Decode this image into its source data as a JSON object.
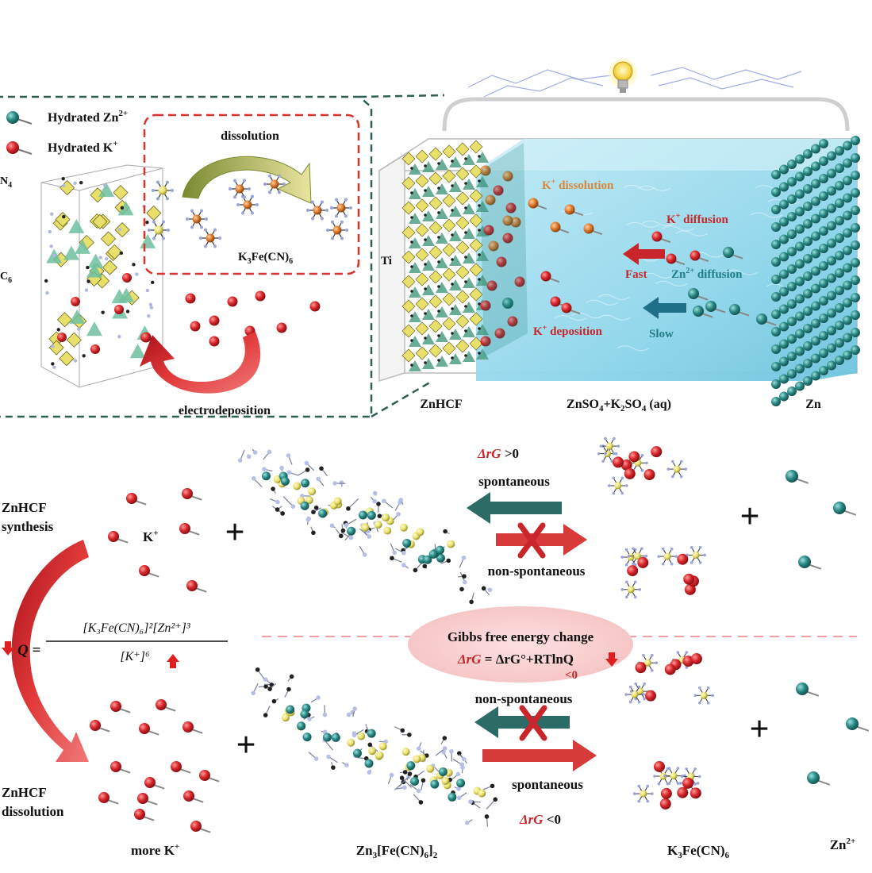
{
  "legend": {
    "zn": {
      "base": "Hydrated Zn",
      "sup": "2+"
    },
    "k": {
      "base": "Hydrated K",
      "sup": "+"
    }
  },
  "inset": {
    "dissolution": "dissolution",
    "electrodeposition": "electrodeposition",
    "k3fecn6": {
      "a": "K",
      "b": "3",
      "c": "Fe(CN)",
      "d": "6"
    },
    "edge_a": "N",
    "edge_b": "4",
    "edge_c": "C",
    "edge_d": "6"
  },
  "cell": {
    "ti": "Ti",
    "k_dissolution": {
      "a": "K",
      "sup": "+",
      "b": " dissolution"
    },
    "k_diffusion": {
      "a": "K",
      "sup": "+",
      "b": " diffusion"
    },
    "fast": "Fast",
    "zn_diffusion": {
      "a": "Zn",
      "sup": "2+",
      "b": " diffusion"
    },
    "k_deposition": {
      "a": "K",
      "sup": "+",
      "b": " deposition"
    },
    "slow": "Slow",
    "znhcf": "ZnHCF",
    "electrolyte": {
      "a": "ZnSO",
      "s1": "4",
      "b": "+K",
      "s2": "2",
      "c": "SO",
      "s3": "4",
      "d": " (aq)"
    },
    "zn": "Zn"
  },
  "reaction": {
    "synthesis": [
      "ZnHCF",
      "synthesis"
    ],
    "dissolution": [
      "ZnHCF",
      "dissolution"
    ],
    "k_plus": {
      "a": "K",
      "sup": "+"
    },
    "more_k": {
      "a": "more K",
      "sup": "+"
    },
    "q_lhs": "Q =",
    "q_num": "[K₃Fe(CN)₆]²[Zn²⁺]³",
    "q_den": "[K⁺]⁶",
    "top": {
      "drg": "ΔrG",
      "gt": " >0",
      "fwd_label": "spontaneous",
      "rev_label": "non-spontaneous"
    },
    "gibbs": {
      "title": "Gibbs free energy change",
      "eq_lhs": "ΔrG",
      "eq_rhs": " = ΔrG°+RTlnQ",
      "lt": "<0"
    },
    "bottom": {
      "top_label": "non-spontaneous",
      "bot_label": "spontaneous",
      "drg": "ΔrG",
      "lt": " <0"
    },
    "zn3": {
      "a": "Zn",
      "s1": "3",
      "b": "[Fe(CN)",
      "s2": "6",
      "c": "]",
      "s3": "2"
    },
    "k3": {
      "a": "K",
      "s1": "3",
      "b": "Fe(CN)",
      "s2": "6"
    },
    "zn2": {
      "a": "Zn",
      "sup": "2+"
    },
    "plus": "+"
  },
  "colors": {
    "k_atom": "#d8262a",
    "zn_atom": "#2a8a86",
    "teal_arrow": "#2d6b67",
    "red_arrow": "#d83a3a",
    "dashed_green": "#2d5f55",
    "dashed_red": "#d8332e",
    "electrolyte": "#8fd6ea",
    "label_red": "#c8262a",
    "label_orange": "#d8863a",
    "label_teal": "#1f7f86"
  }
}
